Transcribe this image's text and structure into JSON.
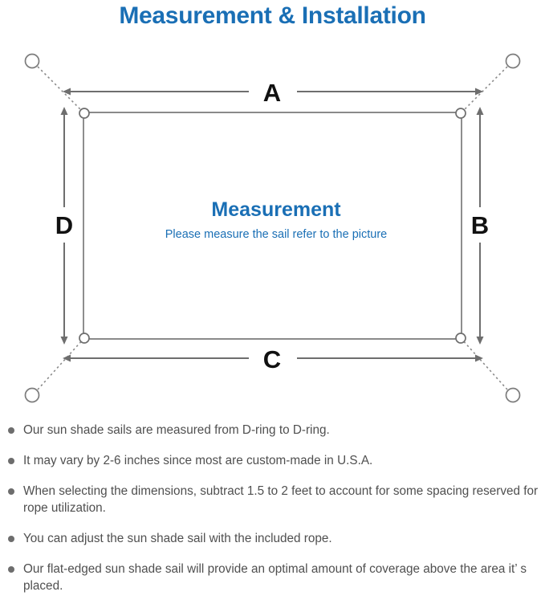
{
  "page": {
    "title": "Measurement & Installation",
    "title_color": "#1a6fb5",
    "background": "#ffffff"
  },
  "diagram": {
    "name": "sun-shade-sail-measurement-diagram",
    "center_heading": "Measurement",
    "center_subtext": "Please measure the sail refer to the picture",
    "center_text_color": "#1a6fb5",
    "sail_outline_color": "#7a7a7a",
    "arrow_color": "#6e6e6e",
    "rope_color": "#8a8a8a",
    "dimension_labels": [
      {
        "id": "A",
        "label": "A",
        "edge": "top",
        "orientation": "horizontal"
      },
      {
        "id": "B",
        "label": "B",
        "edge": "right",
        "orientation": "vertical"
      },
      {
        "id": "C",
        "label": "C",
        "edge": "bottom",
        "orientation": "horizontal"
      },
      {
        "id": "D",
        "label": "D",
        "edge": "left",
        "orientation": "vertical"
      }
    ],
    "anchor_points": [
      {
        "id": "top-left",
        "label": "anchor-point-top-left"
      },
      {
        "id": "top-right",
        "label": "anchor-point-top-right"
      },
      {
        "id": "bottom-left",
        "label": "anchor-point-bottom-left"
      },
      {
        "id": "bottom-right",
        "label": "anchor-point-bottom-right"
      }
    ],
    "d_rings": [
      {
        "id": "top-left",
        "label": "d-ring-top-left"
      },
      {
        "id": "top-right",
        "label": "d-ring-top-right"
      },
      {
        "id": "bottom-left",
        "label": "d-ring-bottom-left"
      },
      {
        "id": "bottom-right",
        "label": "d-ring-bottom-right"
      }
    ]
  },
  "notes": [
    "Our sun shade sails are measured from D-ring to D-ring.",
    "It may vary by 2-6 inches since most are custom-made in U.S.A.",
    "When selecting the dimensions, subtract 1.5 to 2 feet to account for some spacing reserved for rope utilization.",
    "You can adjust the sun shade sail with the included rope.",
    "Our flat-edged sun shade sail will provide an optimal amount of coverage above the area it’ s placed."
  ]
}
